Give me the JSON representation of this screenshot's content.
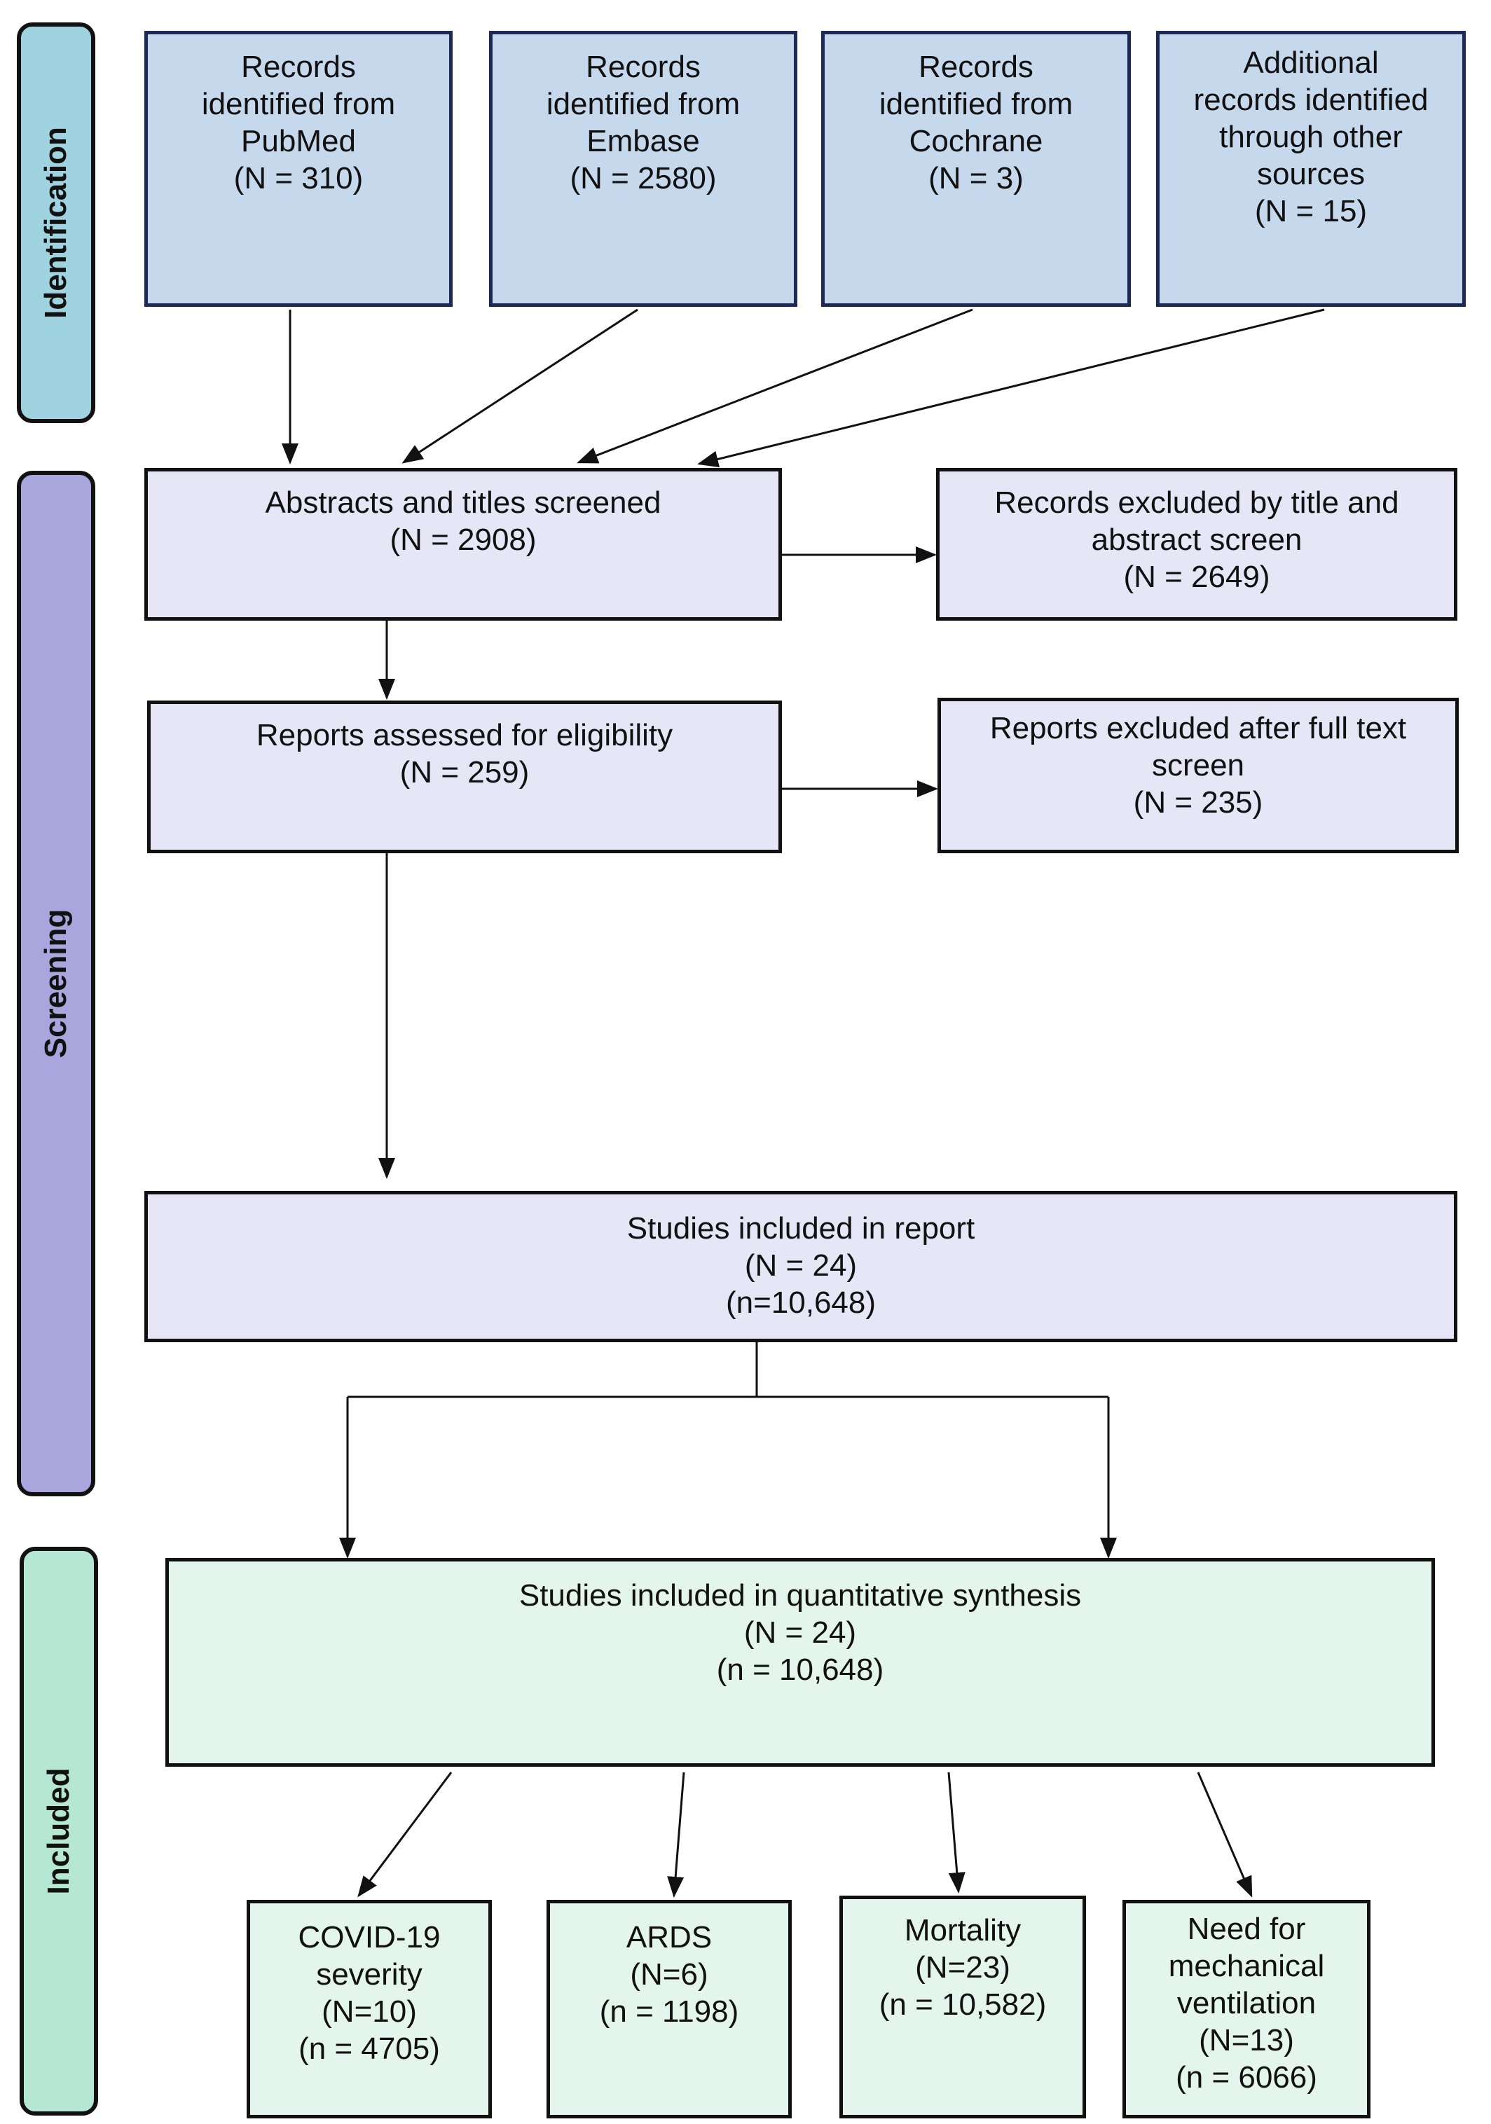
{
  "colors": {
    "identification": "#9fd3df",
    "screening": "#a9a5dd",
    "included": "#b6e6d4",
    "source_box": "#c5d8ec",
    "screening_box": "#e7e6f6",
    "included_box": "#e4f5ee",
    "line": "#111111"
  },
  "phases": {
    "identification": "Identification",
    "screening": "Screening",
    "included": "Included"
  },
  "sources": [
    {
      "lines": [
        "Records",
        "identified from",
        "PubMed",
        "(N = 310)"
      ]
    },
    {
      "lines": [
        "Records",
        "identified from",
        "Embase",
        "(N = 2580)"
      ]
    },
    {
      "lines": [
        "Records",
        "identified from",
        "Cochrane",
        "(N = 3)"
      ]
    },
    {
      "lines": [
        "Additional",
        "records identified",
        "through other",
        "sources",
        "(N = 15)"
      ]
    }
  ],
  "screened": {
    "lines": [
      "Abstracts and titles screened",
      "(N = 2908)"
    ]
  },
  "excluded_title": {
    "lines": [
      "Records excluded by title and",
      "abstract screen",
      "(N = 2649)"
    ]
  },
  "assessed": {
    "lines": [
      "Reports assessed for eligibility",
      "(N = 259)"
    ]
  },
  "excluded_fulltext": {
    "lines": [
      "Reports excluded after full text",
      "screen",
      "(N = 235)"
    ]
  },
  "report": {
    "lines": [
      "Studies included in report",
      "(N = 24)",
      "(n=10,648)"
    ]
  },
  "quantitative": {
    "lines": [
      "Studies included in quantitative synthesis",
      "(N = 24)",
      "(n = 10,648)"
    ]
  },
  "outcomes": [
    {
      "lines": [
        "COVID-19",
        "severity",
        "(N=10)",
        "(n = 4705)"
      ]
    },
    {
      "lines": [
        "ARDS",
        "(N=6)",
        "(n = 1198)"
      ]
    },
    {
      "lines": [
        "Mortality",
        "(N=23)",
        "(n = 10,582)"
      ]
    },
    {
      "lines": [
        "Need for",
        "mechanical",
        "ventilation",
        "(N=13)",
        "(n = 6066)"
      ]
    }
  ]
}
